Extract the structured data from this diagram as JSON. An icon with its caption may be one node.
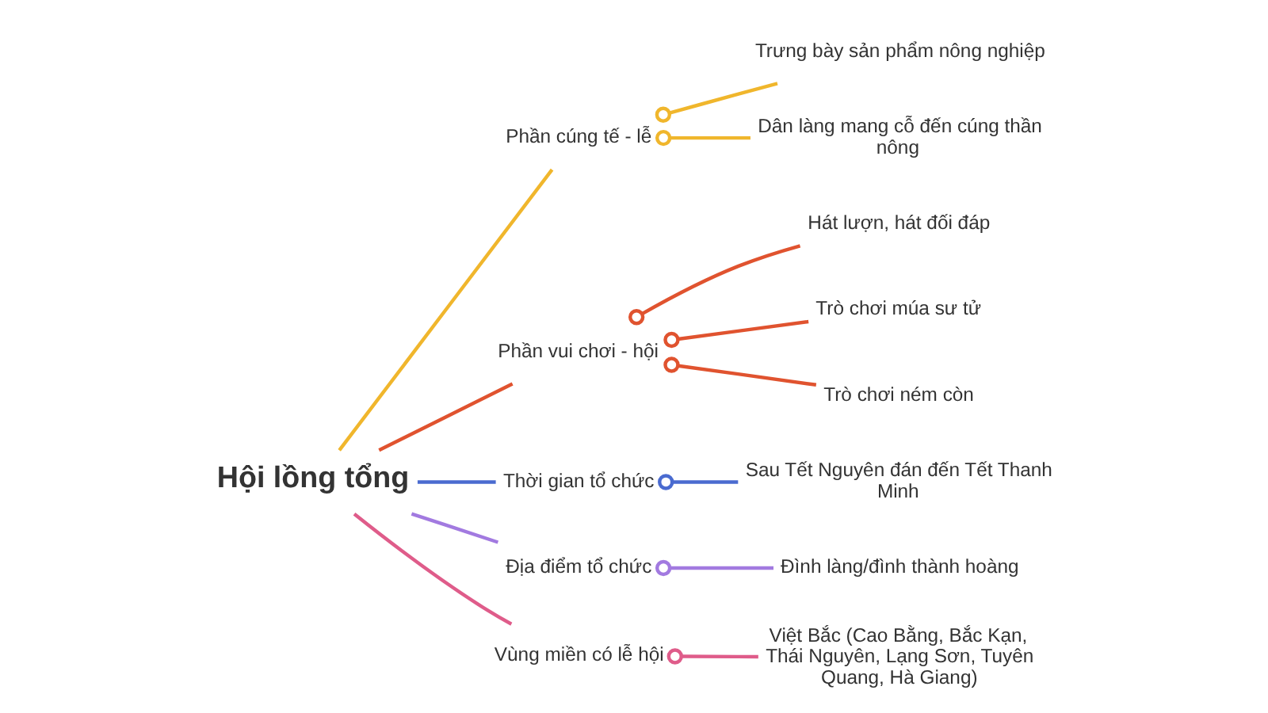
{
  "diagram": {
    "nodes": [
      {
        "text": [
          "Hội lồng tổng"
        ]
      },
      {
        "text": [
          "Phần cúng tế - lễ"
        ]
      },
      {
        "text": [
          "Trưng bày sản phẩm nông nghiệp"
        ]
      },
      {
        "text": [
          "Dân làng mang cỗ đến cúng thần nông"
        ]
      },
      {
        "text": [
          "Phần vui chơi - hội"
        ]
      },
      {
        "text": [
          "Hát lượn, hát đối đáp"
        ]
      },
      {
        "text": [
          "Trò chơi múa sư tử"
        ]
      },
      {
        "text": [
          "Trò chơi ném còn"
        ]
      },
      {
        "text": [
          "Thời gian tổ chức"
        ]
      },
      {
        "text": [
          "Sau Tết Nguyên đán đến Tết Thanh Minh"
        ]
      },
      {
        "text": [
          "Địa điểm tổ chức"
        ]
      },
      {
        "text": [
          "Đình làng/đình thành hoàng"
        ]
      },
      {
        "text": [
          "Vùng miền có lễ hội"
        ]
      },
      {
        "text": [
          "Việt Bắc (Cao Bằng, Bắc Kạn, Thái Nguyên, Lạng Sơn, Tuyên Quang, Hà Giang)"
        ]
      }
    ],
    "edges": [
      {
        "from": 0,
        "to": 1,
        "arrow": "none",
        "color": "#f0b62c"
      },
      {
        "from": 1,
        "to": 2,
        "arrow": "other",
        "color": "#f0b62c"
      },
      {
        "from": 1,
        "to": 3,
        "arrow": "other",
        "color": "#f0b62c"
      },
      {
        "from": 0,
        "to": 4,
        "arrow": "none",
        "color": "#e0532f"
      },
      {
        "from": 4,
        "to": 5,
        "arrow": "other",
        "color": "#e0532f"
      },
      {
        "from": 4,
        "to": 6,
        "arrow": "other",
        "color": "#e0532f"
      },
      {
        "from": 4,
        "to": 7,
        "arrow": "other",
        "color": "#e0532f"
      },
      {
        "from": 0,
        "to": 8,
        "arrow": "none",
        "color": "#4a6bd0"
      },
      {
        "from": 8,
        "to": 9,
        "arrow": "other",
        "color": "#4a6bd0"
      },
      {
        "from": 0,
        "to": 10,
        "arrow": "none",
        "color": "#a27ae0"
      },
      {
        "from": 10,
        "to": 11,
        "arrow": "other",
        "color": "#a27ae0"
      },
      {
        "from": 0,
        "to": 12,
        "arrow": "none",
        "color": "#df5c8a"
      },
      {
        "from": 12,
        "to": 13,
        "arrow": "other",
        "color": "#df5c8a"
      }
    ]
  }
}
